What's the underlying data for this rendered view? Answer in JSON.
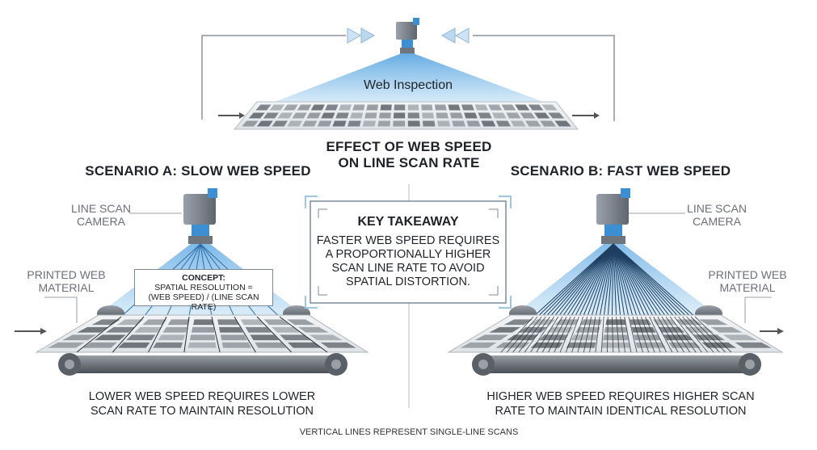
{
  "top": {
    "label": "Web Inspection",
    "title_line1": "EFFECT OF WEB SPEED",
    "title_line2": "ON LINE SCAN RATE"
  },
  "scenario_a": {
    "heading": "SCENARIO A: SLOW WEB SPEED",
    "camera_label_line1": "LINE SCAN",
    "camera_label_line2": "CAMERA",
    "material_label_line1": "PRINTED WEB",
    "material_label_line2": "MATERIAL",
    "concept_title": "CONCEPT:",
    "concept_line1": "SPATIAL RESOLUTION =",
    "concept_line2": "(WEB SPEED) / (LINE SCAN RATE)",
    "caption_line1": "LOWER WEB SPEED REQUIRES LOWER",
    "caption_line2": "SCAN RATE TO MAINTAIN RESOLUTION",
    "scan_line_count": 8
  },
  "scenario_b": {
    "heading": "SCENARIO B: FAST WEB SPEED",
    "camera_label_line1": "LINE SCAN",
    "camera_label_line2": "CAMERA",
    "material_label_line1": "PRINTED WEB",
    "material_label_line2": "MATERIAL",
    "caption_line1": "HIGHER WEB SPEED REQUIRES HIGHER SCAN",
    "caption_line2": "RATE TO MAINTAIN IDENTICAL RESOLUTION",
    "scan_line_count": 40
  },
  "key_takeaway": {
    "title": "KEY TAKEAWAY",
    "line1": "FASTER WEB SPEED REQUIRES",
    "line2": "A PROPORTIONALLY HIGHER",
    "line3": "SCAN LINE RATE TO AVOID",
    "line4": "SPATIAL DISTORTION."
  },
  "footer": "VERTICAL LINES REPRESENT SINGLE-LINE SCANS",
  "colors": {
    "camera_body": "#8a9099",
    "camera_accent": "#3d8fd4",
    "beam": "#8fc3ec",
    "roller": "#6f757c",
    "frame_accent": "#9cc8e6"
  }
}
